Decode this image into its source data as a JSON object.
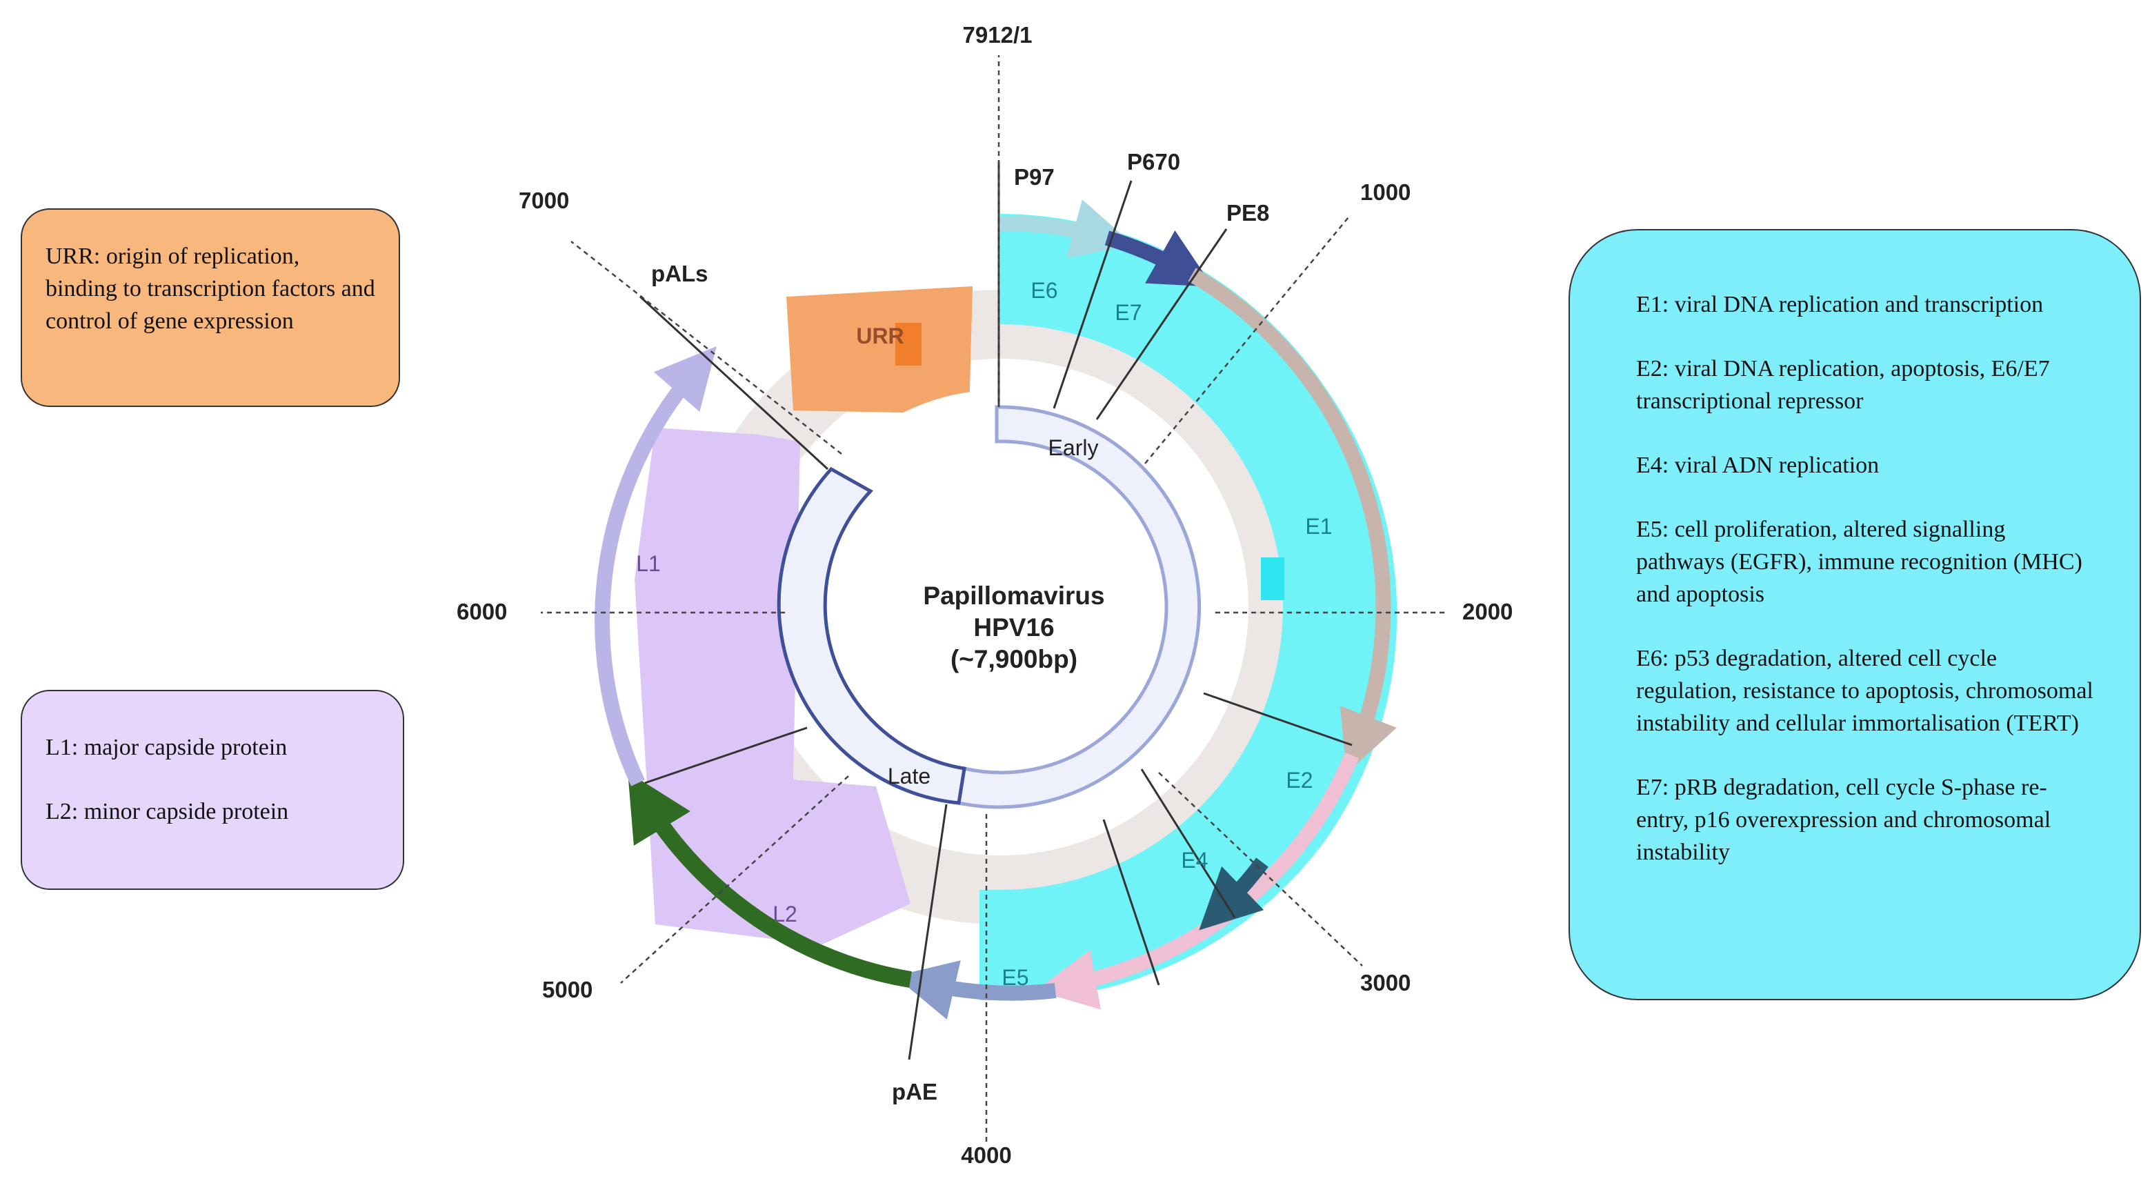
{
  "center": {
    "line1": "Papillomavirus",
    "line2": "HPV16",
    "line3": "(~7,900bp)"
  },
  "positions": {
    "p7912": "7912/1",
    "p1000": "1000",
    "p2000": "2000",
    "p3000": "3000",
    "p4000": "4000",
    "p5000": "5000",
    "p6000": "6000",
    "p7000": "7000"
  },
  "promoters": {
    "p97": "P97",
    "p670": "P670",
    "pe8": "PE8",
    "pals": "pALs",
    "pae": "pAE"
  },
  "regions": {
    "early": "Early",
    "late": "Late"
  },
  "genes": {
    "urr": "URR",
    "e6": "E6",
    "e7": "E7",
    "e1": "E1",
    "e2": "E2",
    "e4": "E4",
    "e5": "E5",
    "l1": "L1",
    "l2": "L2"
  },
  "urr_box": {
    "text": "URR: origin of replication, binding to transcription factors and control of gene expression"
  },
  "late_box": {
    "l1": "L1: major capside protein",
    "l2": "L2: minor capside protein"
  },
  "early_box": {
    "e1": "E1: viral DNA replication and transcription",
    "e2": "E2: viral DNA replication, apoptosis, E6/E7 transcriptional repressor",
    "e4": "E4: viral ADN replication",
    "e5": "E5: cell proliferation, altered signalling pathways (EGFR), immune recognition (MHC) and apoptosis",
    "e6": "E6: p53 degradation, altered cell cycle regulation, resistance to apoptosis, chromosomal instability and cellular immortalisation (TERT)",
    "e7": "E7: pRB degradation, cell cycle S-phase re-entry, p16 overexpression and chromosomal instability"
  },
  "colors": {
    "urr": "#f4a66a",
    "early_genes": "#6ff3f7",
    "late_genes": "#dcc6f7",
    "ring": "#ece7e5",
    "l2_arrow": "#2f6b22"
  }
}
